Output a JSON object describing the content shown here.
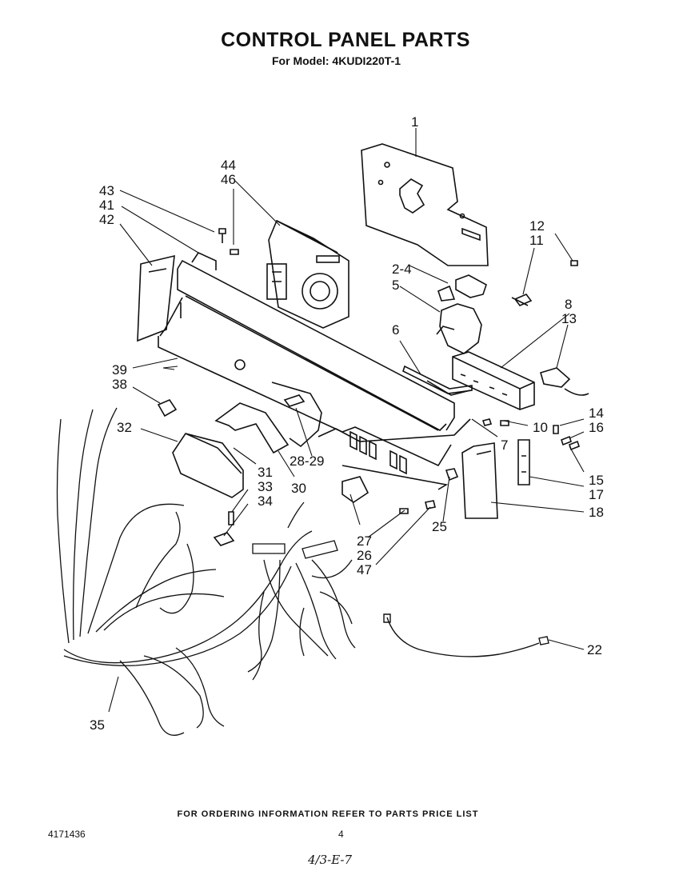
{
  "header": {
    "title": "CONTROL PANEL PARTS",
    "subtitle": "For Model: 4KUDI220T-1"
  },
  "callouts": [
    "1",
    "2-4",
    "5",
    "6",
    "7",
    "8",
    "10",
    "11",
    "12",
    "13",
    "14",
    "15",
    "16",
    "17",
    "18",
    "22",
    "25",
    "26",
    "27",
    "28-29",
    "30",
    "31",
    "32",
    "33",
    "34",
    "35",
    "38",
    "39",
    "41",
    "42",
    "43",
    "44",
    "46",
    "47"
  ],
  "footer": {
    "ordering_note": "FOR ORDERING INFORMATION REFER TO PARTS PRICE LIST",
    "document_number": "4171436",
    "page_number": "4",
    "handwritten_note": "4/3-E-7"
  }
}
